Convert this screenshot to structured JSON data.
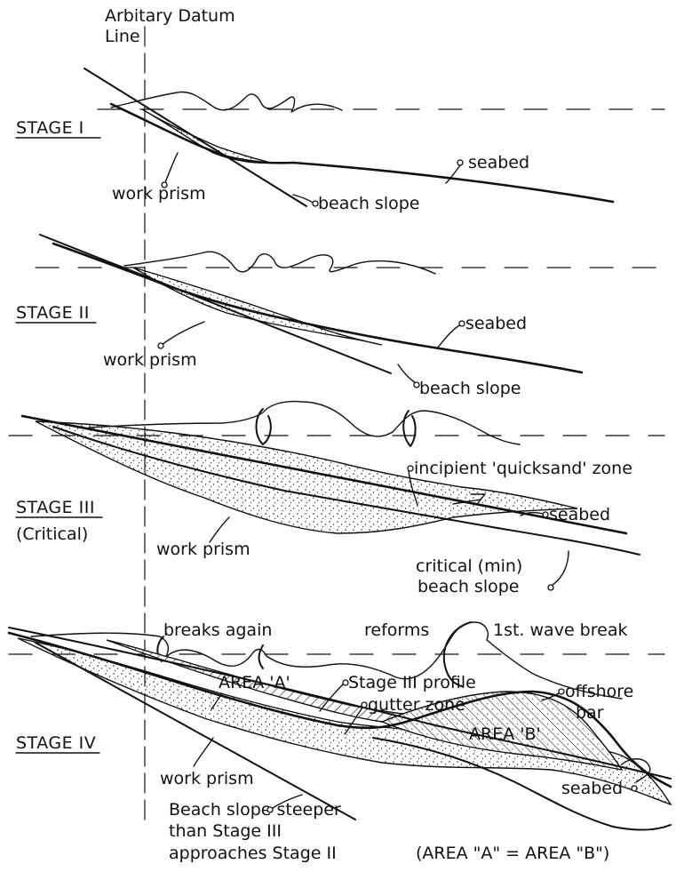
{
  "header": {
    "datum_label_line1": "Arbitary Datum",
    "datum_label_line2": "Line"
  },
  "stage1": {
    "title": "STAGE I",
    "seabed": "seabed",
    "work_prism": "work prism",
    "beach_slope": "beach slope"
  },
  "stage2": {
    "title": "STAGE II",
    "seabed": "seabed",
    "work_prism": "work prism",
    "beach_slope": "beach slope"
  },
  "stage3": {
    "title": "STAGE III",
    "subtitle": "(Critical)",
    "quicksand": "incipient 'quicksand' zone",
    "seabed": "seabed",
    "work_prism": "work prism",
    "critical_line1": "critical (min)",
    "critical_line2": "beach slope"
  },
  "stage4": {
    "title": "STAGE IV",
    "breaks_again": "breaks again",
    "reforms": "reforms",
    "first_break": "1st. wave break",
    "area_a": "AREA 'A'",
    "stage3_profile": "Stage III profile",
    "gutter_zone": "gutter zone",
    "offshore_line1": "offshore",
    "offshore_line2": "bar",
    "area_b": "AREA 'B'",
    "work_prism": "work prism",
    "seabed": "seabed",
    "note_line1": "Beach slope steeper",
    "note_line2": "than Stage III",
    "note_line3": "approaches Stage II",
    "equality": "(AREA \"A\" = AREA \"B\")"
  }
}
